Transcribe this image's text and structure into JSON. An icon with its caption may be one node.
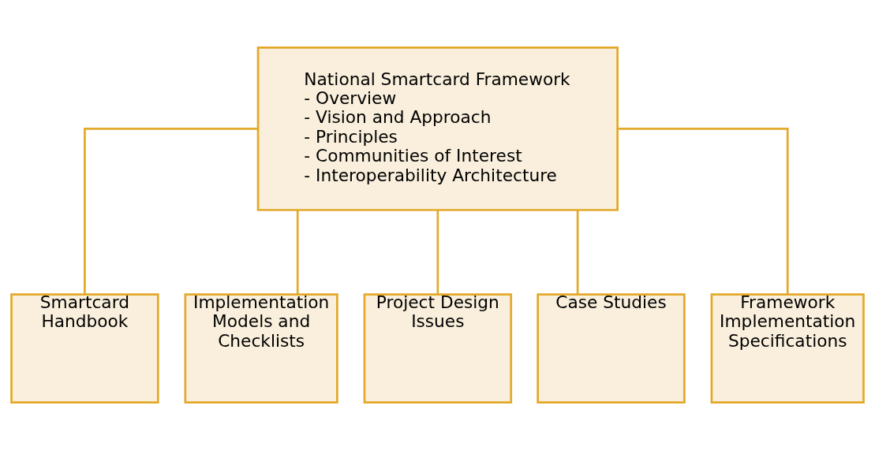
{
  "diagram": {
    "nodes": [
      {
        "text": [
          "National Smartcard Framework",
          "- Overview",
          "- Vision and Approach",
          "- Principles",
          "- Communities of Interest",
          "- Interoperability Architecture"
        ]
      },
      {
        "text": [
          "Smartcard Handbook"
        ]
      },
      {
        "text": [
          "Implementation Models and Checklists"
        ]
      },
      {
        "text": [
          "Project Design Issues"
        ]
      },
      {
        "text": [
          "Case Studies"
        ]
      },
      {
        "text": [
          "Framework Implementation Specifications"
        ]
      }
    ],
    "edges": [
      {
        "from": 0,
        "to": 1,
        "arrow": "none"
      },
      {
        "from": 0,
        "to": 2,
        "arrow": "none"
      },
      {
        "from": 0,
        "to": 3,
        "arrow": "none"
      },
      {
        "from": 0,
        "to": 4,
        "arrow": "none"
      },
      {
        "from": 0,
        "to": 5,
        "arrow": "none"
      }
    ]
  }
}
